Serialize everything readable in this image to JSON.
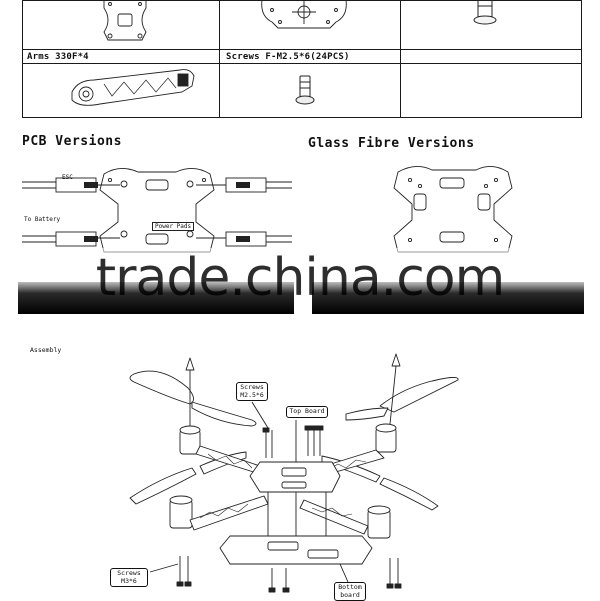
{
  "parts_table": {
    "arms_label": "Arms 330F*4",
    "screws_label": "Screws F-M2.5*6(24PCS)"
  },
  "pcb_versions": {
    "title": "PCB Versions",
    "esc_label": "ESC",
    "battery_label": "To Battery",
    "power_pads_label": "Power Pads"
  },
  "glass_fibre_versions": {
    "title": "Glass Fibre Versions"
  },
  "watermark": "trade.china.com",
  "assembly": {
    "title": "Assembly",
    "callouts": {
      "screws_top_line1": "Screws",
      "screws_top_line2": "M2.5*6",
      "top_board": "Top Board",
      "screws_bottom_line1": "Screws",
      "screws_bottom_line2": "M3*6",
      "bottom_board_line1": "Bottom",
      "bottom_board_line2": "board"
    }
  }
}
